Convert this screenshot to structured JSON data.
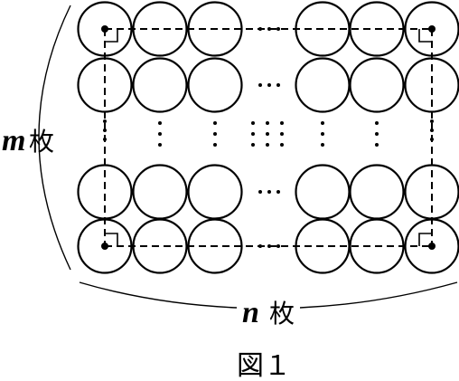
{
  "figure": {
    "m_var": "m",
    "m_unit": "枚",
    "n_var": "n",
    "n_unit": "枚",
    "caption": "図１",
    "row_ellipsis": "…",
    "col_ellipsis": "⋮",
    "center_dots": "⋮⋮⋮"
  }
}
